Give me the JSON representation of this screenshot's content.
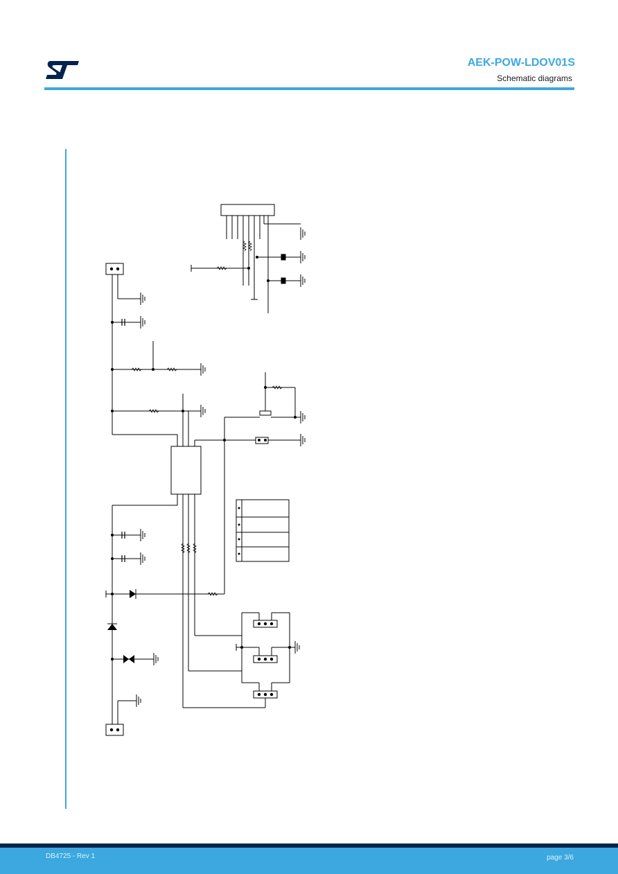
{
  "header": {
    "title": "AEK-POW-LDOV01S",
    "subtitle": "Schematic diagrams"
  },
  "footer": {
    "doc_id": "DB4725 - Rev 1",
    "page": "page 3/6"
  },
  "brand": {
    "accent": "#3ca8df",
    "navy": "#03234b",
    "logo_icon": "st-logo-icon"
  },
  "schematic": {
    "icon": "schematic-diagram-icon"
  }
}
